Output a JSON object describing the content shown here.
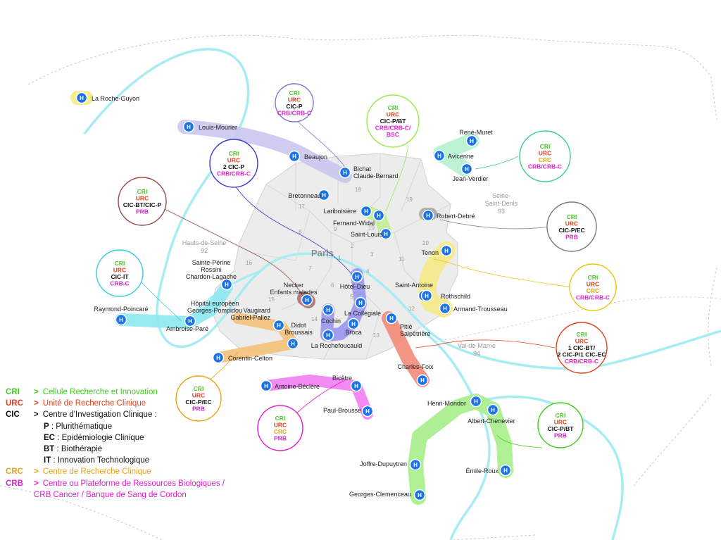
{
  "map": {
    "center_label": "Paris",
    "departments": [
      {
        "name": "Hauts-de-Seine",
        "number": "92"
      },
      {
        "name": "Seine-Saint-Denis",
        "number": "93"
      },
      {
        "name": "Val-de-Marne",
        "number": "94"
      }
    ],
    "arrondissements": [
      "1",
      "2",
      "3",
      "4",
      "5",
      "6",
      "7",
      "8",
      "9",
      "10",
      "11",
      "12",
      "13",
      "14",
      "15",
      "16",
      "17",
      "18",
      "19",
      "20"
    ]
  },
  "hospitals": [
    "La Roche-Guyon",
    "Louis-Mourier",
    "Beaujon",
    "Bichat Claude-Bernard",
    "Bretonneau",
    "René-Muret",
    "Avicenne",
    "Jean-Verdier",
    "Lariboisière",
    "Fernand-Widal",
    "Saint-Louis",
    "Robert-Debré",
    "Tenon",
    "Saint-Antoine",
    "Rothschild",
    "Armand-Trousseau",
    "Sainte-Périne Rossini Chardon-Lagache",
    "Hôpital européen Georges-Pompidou",
    "Raymond-Poincaré",
    "Ambroise-Paré",
    "Necker Enfants malades",
    "Hôtel-Dieu",
    "La Collégiale",
    "Cochin",
    "Vaugirard Gabriel-Pallez",
    "Broca",
    "Didot Broussais",
    "La Rochefoucauld",
    "Pitié Salpêtrière",
    "Charles-Foix",
    "Corentin-Celton",
    "Antoine-Béclère",
    "Bicêtre",
    "Paul-Brousse",
    "Henri-Mondor",
    "Albert-Chenevier",
    "Joffre-Dupuytren",
    "Émile-Roux",
    "Georges-Clemenceau"
  ],
  "hospital_marker": "H",
  "badges": [
    {
      "id": "b_bichat",
      "lines": [
        [
          "CRI",
          "#3ecf1a"
        ],
        [
          "URC",
          "#e4411b"
        ],
        [
          "CIC-P",
          "#111111"
        ],
        [
          "CRB/CRB-C",
          "#e020d0"
        ]
      ]
    },
    {
      "id": "b_stlouis",
      "lines": [
        [
          "CRI",
          "#3ecf1a"
        ],
        [
          "URC",
          "#e4411b"
        ],
        [
          "CIC-P/BT",
          "#111111"
        ],
        [
          "CRB/CRB-C/",
          "#e020d0"
        ],
        [
          "BSC",
          "#e020d0"
        ]
      ]
    },
    {
      "id": "b_avicenne",
      "lines": [
        [
          "CRI",
          "#3ecf1a"
        ],
        [
          "URC",
          "#e4411b"
        ],
        [
          "CRC",
          "#e8a317"
        ],
        [
          "CRB/CRB-C",
          "#e020d0"
        ]
      ]
    },
    {
      "id": "b_beaujon",
      "lines": [
        [
          "CRI",
          "#3ecf1a"
        ],
        [
          "URC",
          "#e4411b"
        ],
        [
          "2 CIC-P",
          "#111111"
        ],
        [
          "CRB/CRB-C",
          "#e020d0"
        ]
      ]
    },
    {
      "id": "b_necker",
      "lines": [
        [
          "CRI",
          "#3ecf1a"
        ],
        [
          "URC",
          "#e4411b"
        ],
        [
          "CIC-BT/CIC-P",
          "#111111"
        ],
        [
          "PRB",
          "#e020d0"
        ]
      ]
    },
    {
      "id": "b_robertdebre",
      "lines": [
        [
          "CRI",
          "#3ecf1a"
        ],
        [
          "URC",
          "#e4411b"
        ],
        [
          "CIC-P/EC",
          "#111111"
        ],
        [
          "PRB",
          "#e020d0"
        ]
      ]
    },
    {
      "id": "b_hegp",
      "lines": [
        [
          "CRI",
          "#3ecf1a"
        ],
        [
          "URC",
          "#e4411b"
        ],
        [
          "CIC-IT",
          "#111111"
        ],
        [
          "CRB-C",
          "#e020d0"
        ]
      ]
    },
    {
      "id": "b_tenon",
      "lines": [
        [
          "CRI",
          "#3ecf1a"
        ],
        [
          "URC",
          "#e4411b"
        ],
        [
          "CRC",
          "#e8a317"
        ],
        [
          "CRB/CRB-C",
          "#e020d0"
        ]
      ]
    },
    {
      "id": "b_pitie",
      "lines": [
        [
          "CRI",
          "#3ecf1a"
        ],
        [
          "URC",
          "#e4411b"
        ],
        [
          "1 CIC-BT/",
          "#111111"
        ],
        [
          "2 CIC-P/1 CIC-EC",
          "#111111"
        ],
        [
          "CRB/CRB-C",
          "#e020d0"
        ]
      ]
    },
    {
      "id": "b_cochin",
      "lines": [
        [
          "CRI",
          "#3ecf1a"
        ],
        [
          "URC",
          "#e4411b"
        ],
        [
          "CIC-P/EC",
          "#111111"
        ],
        [
          "PRB",
          "#e020d0"
        ]
      ]
    },
    {
      "id": "b_bicetre",
      "lines": [
        [
          "CRI",
          "#3ecf1a"
        ],
        [
          "URC",
          "#e4411b"
        ],
        [
          "CRC",
          "#e8a317"
        ],
        [
          "PRB",
          "#e020d0"
        ]
      ]
    },
    {
      "id": "b_mondor",
      "lines": [
        [
          "CRI",
          "#3ecf1a"
        ],
        [
          "URC",
          "#e4411b"
        ],
        [
          "CIC-P/BT",
          "#111111"
        ],
        [
          "PRB",
          "#e020d0"
        ]
      ]
    }
  ],
  "legend": {
    "arrow": ">",
    "items": [
      {
        "abbr": "CRI",
        "text": "Cellule Recherche et Innovation",
        "color": "#3ecf1a"
      },
      {
        "abbr": "URC",
        "text": "Unité de Recherche Clinique",
        "color": "#e4411b"
      },
      {
        "abbr": "CIC",
        "text": "Centre d'Investigation Clinique :",
        "color": "#111111"
      }
    ],
    "cic_types": [
      {
        "code": "P",
        "text": ": Plurithématique"
      },
      {
        "code": "EC",
        "text": ": Epidémiologie Clinique"
      },
      {
        "code": "BT",
        "text": ": Biothérapie"
      },
      {
        "code": "IT",
        "text": ": Innovation Technologique"
      }
    ],
    "items2": [
      {
        "abbr": "CRC",
        "text": "Centre de Recherche Clinique",
        "color": "#e8a317"
      },
      {
        "abbr": "CRB",
        "text": "Centre ou Plateforme de Ressources Biologiques /",
        "color": "#e020d0"
      }
    ],
    "crb_continuation": "CRB Cancer / Banque de Sang de Cordon"
  },
  "colors": {
    "river": "#9be6ef",
    "hospital_dot": "#1a73e8",
    "groups": {
      "north_west": "#c9c8f0",
      "bichat": "#c9c8f0",
      "stlouis": "#c4ef94",
      "avicenne": "#b6f2d0",
      "robertdebre": "#a9a9a9",
      "tenon": "#f7ea85",
      "necker": "#b07070",
      "cochin": "#9b96f0",
      "hegp": "#8be9f2",
      "vaugirard": "#f5c27a",
      "pitie": "#f28b79",
      "bicetre": "#f07ef2",
      "mondor": "#a6ee8a",
      "rocheguyon": "#f7ea85"
    }
  }
}
